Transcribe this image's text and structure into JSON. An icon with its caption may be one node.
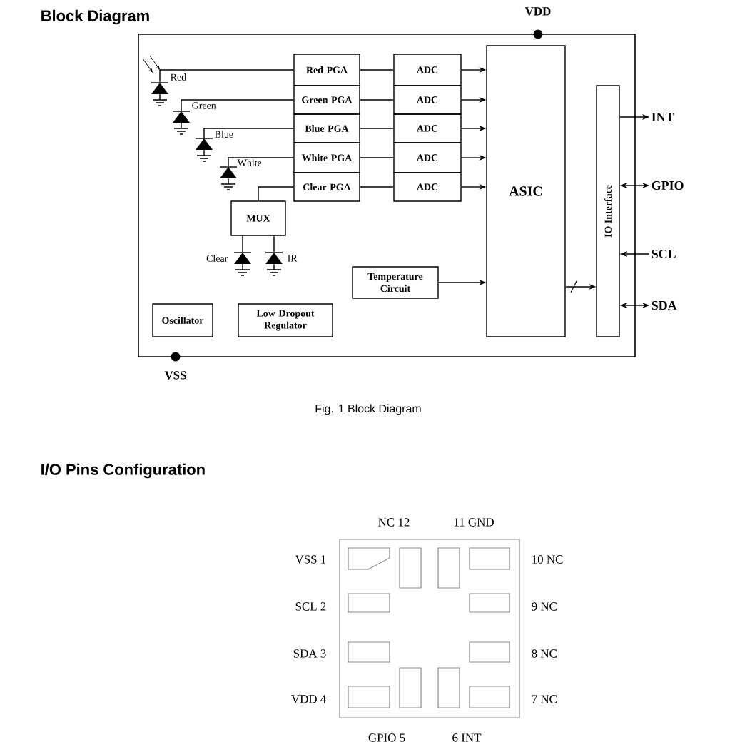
{
  "diagram": {
    "title": "Block Diagram",
    "caption": "Fig. 1 Block Diagram",
    "nodes": [
      {
        "text": [],
        "shape": "box"
      },
      {
        "text": [
          "Red PGA"
        ],
        "in": 0
      },
      {
        "text": [
          "Green PGA"
        ],
        "in": 0
      },
      {
        "text": [
          "Blue PGA"
        ],
        "in": 0
      },
      {
        "text": [
          "White PGA"
        ],
        "in": 0
      },
      {
        "text": [
          "Clear PGA"
        ],
        "in": 0
      },
      {
        "text": [
          "ADC"
        ],
        "in": 0
      },
      {
        "text": [
          "ADC"
        ],
        "in": 0
      },
      {
        "text": [
          "ADC"
        ],
        "in": 0
      },
      {
        "text": [
          "ADC"
        ],
        "in": 0
      },
      {
        "text": [
          "ADC"
        ],
        "in": 0
      },
      {
        "text": [
          "ASIC"
        ],
        "in": 0
      },
      {
        "text": [
          "IO Interface"
        ],
        "in": 0
      },
      {
        "text": [
          "Temperature Circuit"
        ],
        "in": 0
      },
      {
        "text": [
          "MUX"
        ],
        "in": 0
      },
      {
        "text": [
          "Oscillator"
        ],
        "in": 0
      },
      {
        "text": [
          "Low Dropout Regulator"
        ],
        "in": 0
      },
      {
        "text": [],
        "shape": "diode",
        "beside": [
          "Red"
        ],
        "in": 0
      },
      {
        "text": [],
        "shape": "diode",
        "beside": [
          "Green"
        ],
        "in": 0
      },
      {
        "text": [],
        "shape": "diode",
        "beside": [
          "Blue"
        ],
        "in": 0
      },
      {
        "text": [],
        "shape": "diode",
        "beside": [
          "White"
        ],
        "in": 0
      },
      {
        "text": [],
        "shape": "diode",
        "beside": [
          "Clear"
        ],
        "in": 0
      },
      {
        "text": [],
        "shape": "diode",
        "beside": [
          "IR"
        ],
        "in": 0
      },
      {
        "text": [
          "INT"
        ]
      },
      {
        "text": [
          "GPIO"
        ]
      },
      {
        "text": [
          "SCL"
        ]
      },
      {
        "text": [
          "SDA"
        ]
      }
    ],
    "edges": [
      {
        "from": 17,
        "to": 1,
        "arrow": "none"
      },
      {
        "from": 18,
        "to": 2,
        "arrow": "none"
      },
      {
        "from": 19,
        "to": 3,
        "arrow": "none"
      },
      {
        "from": 20,
        "to": 4,
        "arrow": "none"
      },
      {
        "from": 14,
        "to": 5,
        "arrow": "none"
      },
      {
        "from": 21,
        "to": 14,
        "arrow": "none"
      },
      {
        "from": 22,
        "to": 14,
        "arrow": "none"
      },
      {
        "from": 1,
        "to": 6,
        "arrow": "none"
      },
      {
        "from": 2,
        "to": 7,
        "arrow": "none"
      },
      {
        "from": 3,
        "to": 8,
        "arrow": "none"
      },
      {
        "from": 4,
        "to": 9,
        "arrow": "none"
      },
      {
        "from": 5,
        "to": 10,
        "arrow": "none"
      },
      {
        "from": 6,
        "to": 11,
        "arrow": "to"
      },
      {
        "from": 7,
        "to": 11,
        "arrow": "to"
      },
      {
        "from": 8,
        "to": 11,
        "arrow": "to"
      },
      {
        "from": 9,
        "to": 11,
        "arrow": "to"
      },
      {
        "from": 10,
        "to": 11,
        "arrow": "to"
      },
      {
        "from": 13,
        "to": 11,
        "arrow": "to"
      },
      {
        "from": 11,
        "to": 12,
        "arrow": "to"
      },
      {
        "from": 12,
        "to": 23,
        "arrow": "to"
      },
      {
        "from": 12,
        "to": 24,
        "arrow": "both"
      },
      {
        "from": 25,
        "to": 12,
        "arrow": "to"
      },
      {
        "from": 12,
        "to": 26,
        "arrow": "both"
      }
    ],
    "labels": [
      "VDD",
      "VSS",
      "I/O Pins Configuration",
      "NC 12",
      "11 GND",
      "VSS 1",
      "10 NC",
      "SCL 2",
      "9 NC",
      "SDA 3",
      "8 NC",
      "VDD 4",
      "7 NC",
      "GPIO 5",
      "6 INT"
    ]
  }
}
